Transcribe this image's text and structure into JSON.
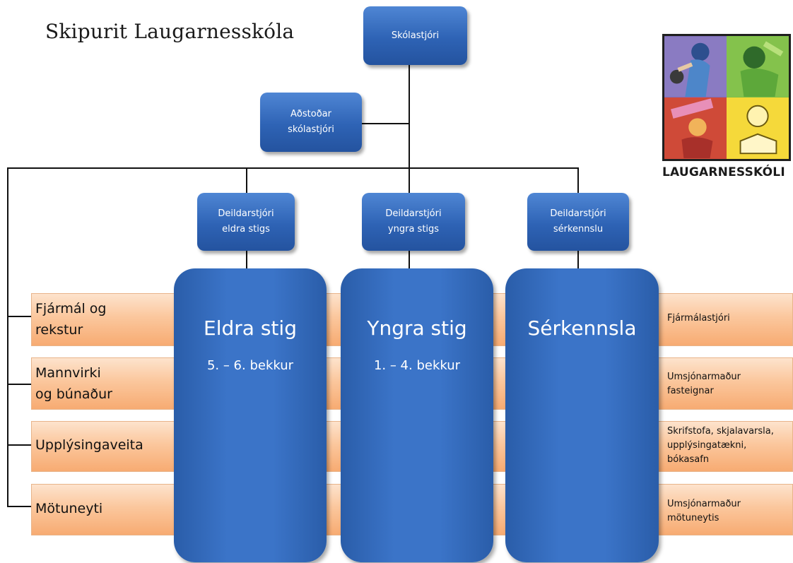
{
  "title": "Skipurit Laugarnesskóla",
  "top": {
    "principal": "Skólastjóri",
    "assistant": [
      "Aðstoðar",
      "skólastjóri"
    ]
  },
  "department_heads": [
    [
      "Deildarstjóri",
      "eldra stigs"
    ],
    [
      "Deildarstjóri",
      "yngra stigs"
    ],
    [
      "Deildarstjóri",
      "sérkennslu"
    ]
  ],
  "columns": [
    {
      "name": "Eldra stig",
      "grades": "5. – 6. bekkur"
    },
    {
      "name": "Yngra stig",
      "grades": "1. – 4. bekkur"
    },
    {
      "name": "Sérkennsla",
      "grades": ""
    }
  ],
  "bands": [
    {
      "left": [
        "Fjármál og",
        "rekstur"
      ],
      "right": [
        "Fjármálastjóri"
      ]
    },
    {
      "left": [
        "Mannvirki",
        "og búnaður"
      ],
      "right": [
        "Umsjónarmaður",
        "fasteignar"
      ]
    },
    {
      "left": [
        "Upplýsingaveita"
      ],
      "right": [
        "Skrifstofa, skjalavarsla,",
        "upplýsingatækni,",
        "bókasafn"
      ]
    },
    {
      "left": [
        "Mötuneyti"
      ],
      "right": [
        "Umsjónarmaður",
        "mötuneytis"
      ]
    }
  ],
  "logo": {
    "text": "LAUGARNESSKÓLI"
  }
}
